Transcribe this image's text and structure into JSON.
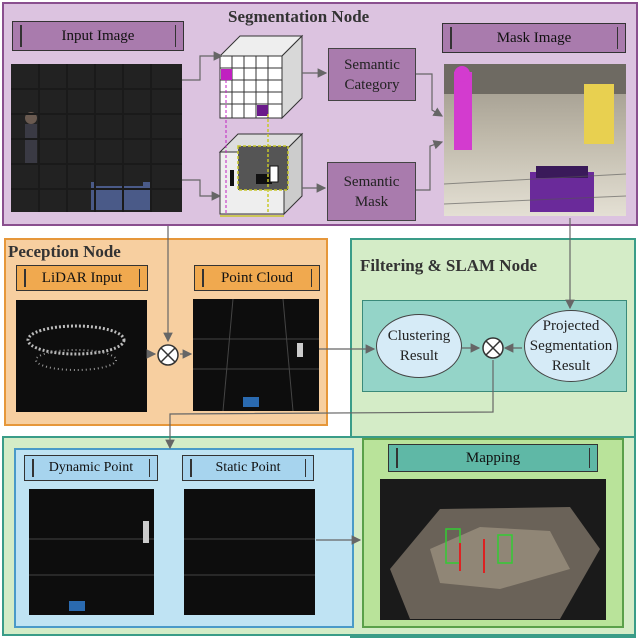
{
  "segmentation": {
    "title": "Segmentation Node",
    "input_label": "Input Image",
    "mask_label": "Mask Image",
    "semantic_category": "Semantic Category",
    "semantic_mask": "Semantic Mask"
  },
  "perception": {
    "title": "Peception Node",
    "lidar_label": "LiDAR Input",
    "pointcloud_label": "Point Cloud"
  },
  "filtering": {
    "title": "Filtering & SLAM Node",
    "clustering": "Clustering Result",
    "projected": "Projected Segmentation Result"
  },
  "output": {
    "dynamic_label": "Dynamic Point",
    "static_label": "Static Point",
    "mapping_label": "Mapping"
  },
  "colors": {
    "segmentation_bg": "#dcc3e0",
    "segmentation_box": "#a97bad",
    "perception_bg": "#f7cfa0",
    "perception_box": "#f0a94f",
    "filtering_bg": "#d4ecc7",
    "filtering_inner": "#94d4c8",
    "ellipse_fill": "#d6ebf7",
    "output_bg": "#bfe3f3",
    "mapping_bg": "#b9e39a",
    "mapping_tab": "#5fb8a6"
  }
}
